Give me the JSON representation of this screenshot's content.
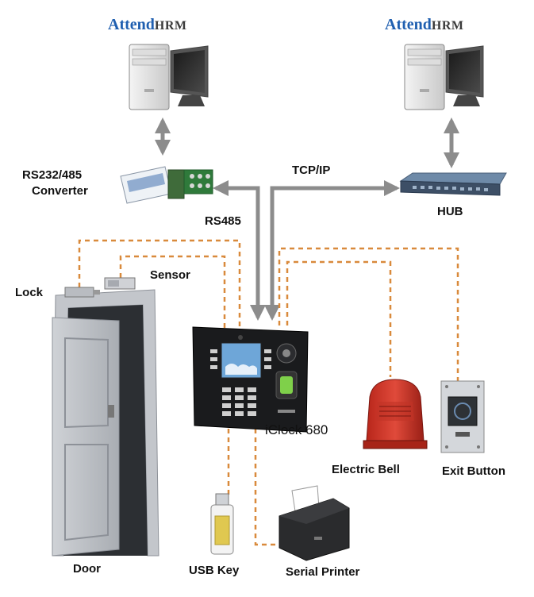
{
  "brand": {
    "attend": "Attend",
    "hrm": "HRM"
  },
  "labels": {
    "converter_line1": "RS232/485",
    "converter_line2": "Converter",
    "tcpip": "TCP/IP",
    "hub": "HUB",
    "rs485": "RS485",
    "lock": "Lock",
    "sensor": "Sensor",
    "device": "iClock 680",
    "electric_bell": "Electric Bell",
    "exit_button": "Exit Button",
    "door": "Door",
    "usb_key": "USB Key",
    "serial_printer": "Serial Printer"
  },
  "colors": {
    "arrow": "#8c8c8c",
    "dashed": "#d98a3c",
    "brand_blue": "#1f5fb0"
  }
}
